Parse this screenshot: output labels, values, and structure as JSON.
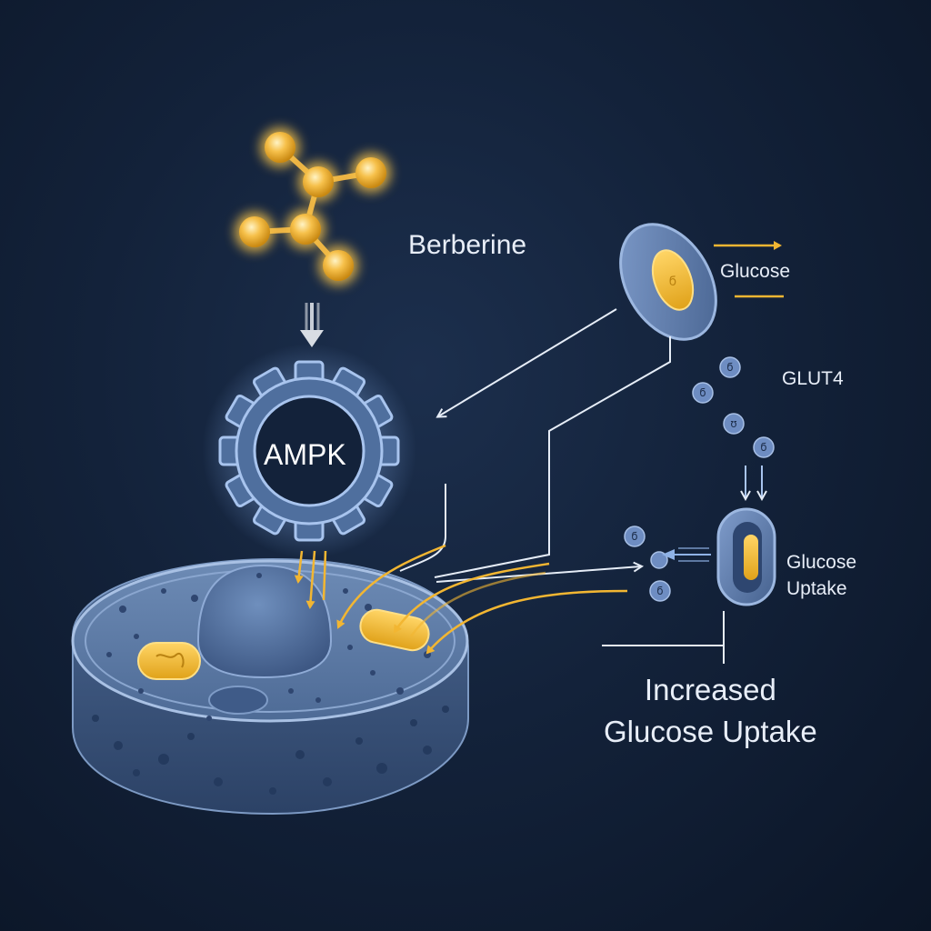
{
  "labels": {
    "berberine": "Berberine",
    "glucose": "Glucose",
    "glut4": "GLUT4",
    "ampk": "AMPK",
    "glucose_uptake_line1": "Glucose",
    "glucose_uptake_line2": "Uptake",
    "increased_line1": "Increased",
    "increased_line2": "Glucose Uptake"
  },
  "colors": {
    "background": "#13223a",
    "accent_gold": "#f2b632",
    "cell_blue": "#5676a3",
    "arrow_white": "#e6edf7"
  },
  "icons": {
    "molecule": "berberine-molecule-icon",
    "gear": "ampk-gear-icon",
    "cell": "cell-icon",
    "transporter": "glut4-vesicle-icon"
  }
}
